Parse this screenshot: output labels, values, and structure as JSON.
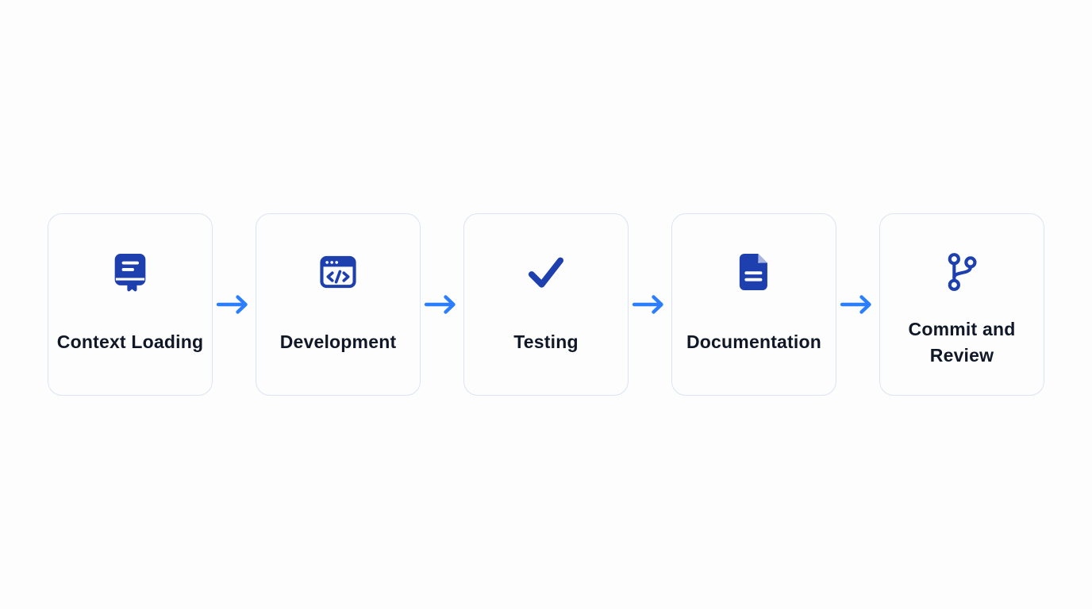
{
  "diagram": {
    "title": "",
    "steps": [
      {
        "label": "Context Loading",
        "icon": "book-icon"
      },
      {
        "label": "Development",
        "icon": "code-window-icon"
      },
      {
        "label": "Testing",
        "icon": "checkmark-icon"
      },
      {
        "label": "Documentation",
        "icon": "document-icon"
      },
      {
        "label": "Commit and Review",
        "icon": "git-branch-icon"
      }
    ],
    "connector": {
      "type": "arrow-right",
      "count": 4
    },
    "colors": {
      "icon": "#1e40af",
      "arrow": "#2b7fff",
      "card_border": "#dbe4f2",
      "card_background": "#fdfdfe",
      "label": "#101828",
      "page_background": "#fdfdfd"
    }
  }
}
